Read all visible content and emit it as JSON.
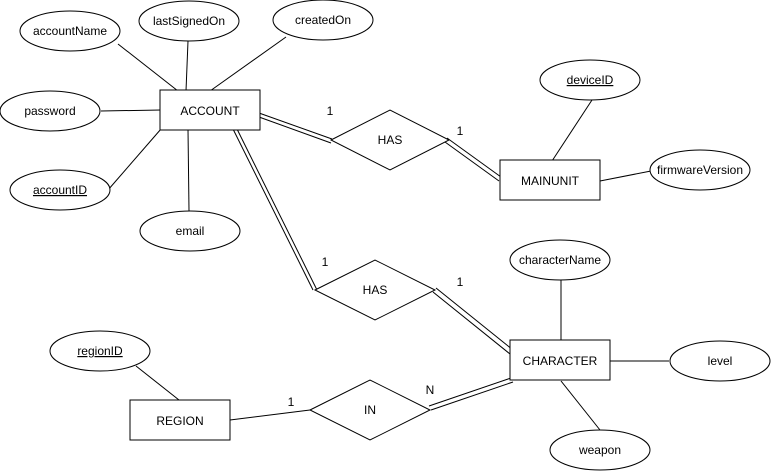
{
  "diagram": {
    "entities": {
      "account": "ACCOUNT",
      "mainunit": "MAINUNIT",
      "character": "CHARACTER",
      "region": "REGION"
    },
    "relationships": {
      "account_mainunit": "HAS",
      "account_character": "HAS",
      "region_character": "IN"
    },
    "attributes": {
      "account_name": "accountName",
      "last_signed_on": "lastSignedOn",
      "created_on": "createdOn",
      "password": "password",
      "account_id": "accountID",
      "email": "email",
      "device_id": "deviceID",
      "firmware_version": "firmwareVersion",
      "character_name": "characterName",
      "level": "level",
      "weapon": "weapon",
      "region_id": "regionID"
    },
    "cardinalities": {
      "account_has_mainunit_left": "1",
      "account_has_mainunit_right": "1",
      "account_has_character_left": "1",
      "account_has_character_right": "1",
      "region_in_left": "1",
      "region_in_right": "N"
    }
  }
}
